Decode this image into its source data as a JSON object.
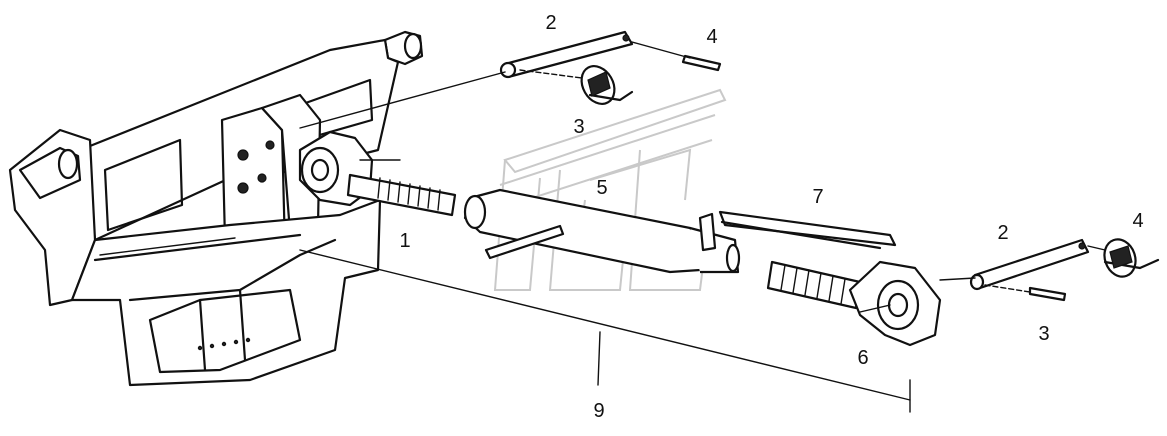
{
  "callouts": {
    "c1": "1",
    "c2a": "2",
    "c2b": "2",
    "c3a": "3",
    "c3b": "3",
    "c4a": "4",
    "c4b": "4",
    "c5": "5",
    "c6": "6",
    "c7": "7",
    "c9": "9"
  },
  "icons": {
    "watermark": "parts-catalog-logo-watermark"
  }
}
